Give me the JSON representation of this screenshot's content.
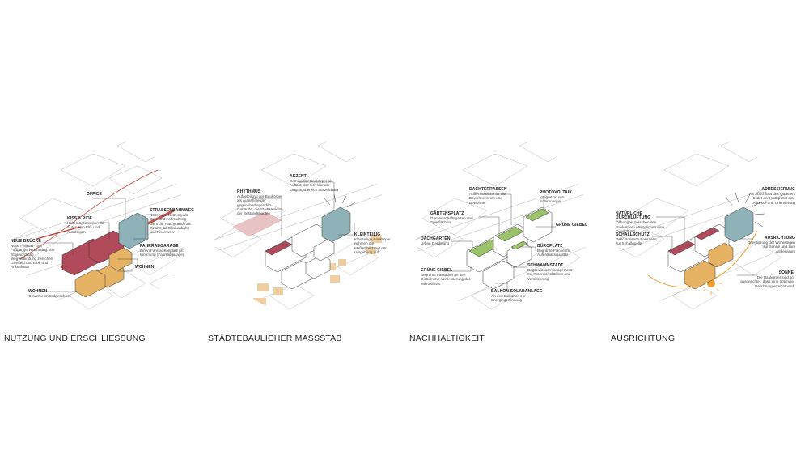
{
  "colors": {
    "residential": "#e6b364",
    "office": "#8fb1b8",
    "mixed_red": "#b14a5a",
    "green": "#9bc46a",
    "road_red": "#b8382c",
    "sun": "#f0a135",
    "context_line": "#b5b5b5"
  },
  "panels": [
    {
      "caption": "NUTZUNG UND ERSCHLIESSUNG",
      "labels": [
        {
          "title": "OFFICE",
          "desc": ""
        },
        {
          "title": "KISS & RIDE",
          "desc": "Haltemöglichkeiten für Autos zum Ein- und Aussteigen"
        },
        {
          "title": "STRASSENBAHNWEG",
          "desc": "Neben der Nutzung als Geh- und Fahrradweg dient die Fläche auch als Zufahrt für Straßenbahn und Feuerwehr"
        },
        {
          "title": "NEUE BRÜCKE",
          "desc": "Neue Fahrrad- und Fußgängerverbindung. Sie ist gleichzeitig Wegverbindung zwischen Gleisfeld und Elbe und Ankunftsort"
        },
        {
          "title": "FAHRRADGARAGE",
          "desc": "Einen Fahrradstellplatz pro Wohnung (Fahrradgarage)"
        },
        {
          "title": "WOHNEN",
          "desc": ""
        },
        {
          "title": "WOHNEN",
          "desc": "Gewerbe im Erdgeschoss"
        }
      ]
    },
    {
      "caption": "STÄDTEBAULICHER MASSSTAB",
      "labels": [
        {
          "title": "RHYTHMUS",
          "desc": "Aufgeteilung der Baukörper als Aufnahme der gegenüberliegenden Gebäude, die Stadtstruktur der Bestandsbauten"
        },
        {
          "title": "AKZENT",
          "desc": "Dominanter Baukörper als Auftakt, der sich klar als Eingangsbereich auszeichnet"
        },
        {
          "title": "KLEINTEILIG",
          "desc": "Kleinteilige Baukörper nehmen die Maßstäblichkeit der Umgebung auf"
        }
      ]
    },
    {
      "caption": "NACHHALTIGKEIT",
      "labels": [
        {
          "title": "DACHTERRASSEN",
          "desc": "Außenbereiche für die Bewohnerinnen und Bewohner"
        },
        {
          "title": "PHOTOVOLTAIK",
          "desc": "Integration von Solarenergie"
        },
        {
          "title": "GÄRTENSPLATZ",
          "desc": "Gemeinschaftsgärten und Spielflächen"
        },
        {
          "title": "GRÜNE GIEBEL",
          "desc": ""
        },
        {
          "title": "DACHGARTEN",
          "desc": "Urban Gardening"
        },
        {
          "title": "BÜROPLATZ",
          "desc": "Begrünte Fläche mit Aufenthaltsqualität"
        },
        {
          "title": "GRÜNE GIEBEL",
          "desc": "Begrünte Fassaden an den Giebeln zur Verbesserung des Mikroklimas"
        },
        {
          "title": "SCHWAMMSTADT",
          "desc": "Regenwassermanagement mit Retentionsflächen und Versickerung"
        },
        {
          "title": "BALKON-SOLARANLAGE",
          "desc": "An den Balkonen zur Energiegewinnung"
        }
      ]
    },
    {
      "caption": "AUSRICHTUNG",
      "labels": [
        {
          "title": "ADRESSIERUNG",
          "desc": "Als Abschluss des Quartiers bildet der Hochpunkt eine Adresse und Orientierung"
        },
        {
          "title": "NATÜRLICHE DURCHLÜFTUNG",
          "desc": "Öffnungen zwischen den Baukörpern ermöglichen eine Querlüftung"
        },
        {
          "title": "SCHALLSCHUTZ",
          "desc": "Geschlossene Fassaden zur Schallquelle"
        },
        {
          "title": "AUSRICHTUNG",
          "desc": "Orientierung der Wohnungen zur Sonne und zum Außenraum"
        },
        {
          "title": "SONNE",
          "desc": "Die Baukörper sind so ausgerichtet, dass eine optimale Belichtung erreicht wird"
        }
      ]
    }
  ]
}
